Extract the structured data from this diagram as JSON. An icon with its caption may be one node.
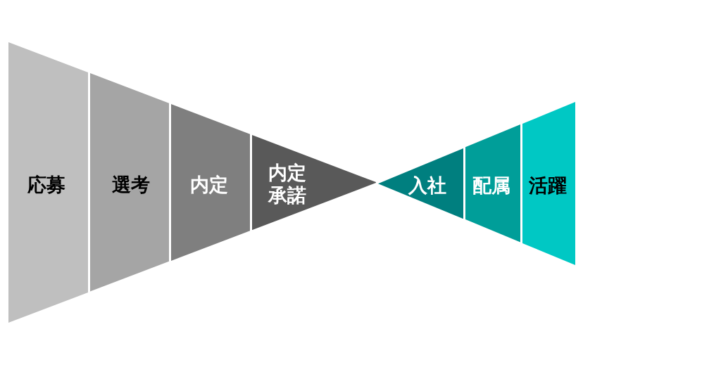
{
  "diagram": {
    "nodes": [
      {
        "text": [
          "応募"
        ]
      },
      {
        "text": [
          "選考"
        ]
      },
      {
        "text": [
          "内定"
        ]
      },
      {
        "text": [
          "内定承諾"
        ]
      },
      {
        "text": [
          "入社"
        ]
      },
      {
        "text": [
          "配属"
        ]
      },
      {
        "text": [
          "活躍"
        ]
      }
    ]
  }
}
